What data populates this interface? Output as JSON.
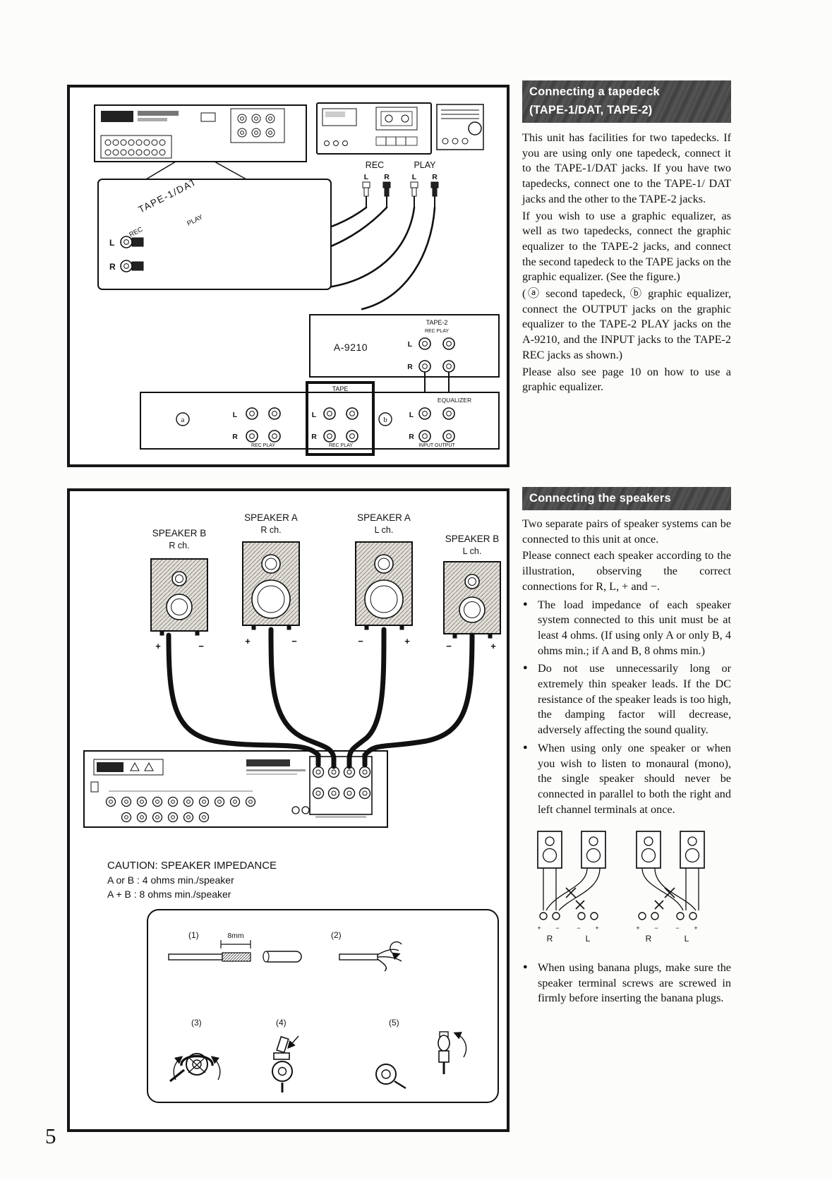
{
  "page": {
    "number": "5"
  },
  "tapedeck": {
    "title_line1": "Connecting a tapedeck",
    "title_line2": "(TAPE-1/DAT, TAPE-2)",
    "para1": "This unit has facilities for two tapedecks. If you are using only one tapedeck, connect it to the TAPE-1/DAT jacks. If you have two tapedecks, connect one to the TAPE-1/ DAT jacks and the other to the TAPE-2 jacks.",
    "para2": "If you wish to use a graphic equalizer, as well as two tapedecks, connect the graphic equalizer to the TAPE-2 jacks, and connect the second tapedeck to the TAPE jacks on the graphic equalizer. (See the figure.)",
    "para3": "(ⓐ second tapedeck, ⓑ graphic equalizer, connect the OUTPUT jacks on the graphic equalizer to the TAPE-2 PLAY jacks on the A-9210, and the INPUT jacks to the TAPE-2 REC jacks as shown.)",
    "para4": "Please also see page 10 on how to use a graphic equalizer.",
    "diagram": {
      "rec": "REC",
      "play": "PLAY",
      "l": "L",
      "r": "R",
      "tape1_dat": "TAPE-1/DAT",
      "play_small": "PLAY",
      "rec_small": "REC",
      "model": "A-9210",
      "tape2": "TAPE-2",
      "tape2_sub": "REC PLAY",
      "tag_a": "a",
      "tag_b": "b",
      "tape": "TAPE",
      "equalizer": "EQUALIZER",
      "rec_play": "REC PLAY",
      "input_output": "INPUT OUTPUT"
    }
  },
  "speakers": {
    "title": "Connecting the speakers",
    "para1": "Two separate pairs of speaker systems can be connected to this unit at once.",
    "para2": "Please connect each speaker according to the illustration, observing the correct connections for R, L, + and −.",
    "bullets": [
      "The load impedance of each speaker system connected to this unit must be at least 4 ohms. (If using only A or only B, 4 ohms min.; if A and B, 8 ohms min.)",
      "Do not use unnecessarily long or extremely thin speaker leads. If the DC resistance of the speaker leads is too high, the damping factor will decrease, adversely affecting the sound quality.",
      "When using only one speaker or when you wish to listen to monaural (mono), the single speaker should never be connected in parallel to both the right and left channel terminals at once."
    ],
    "banana_bullet": "When using banana plugs, make sure the speaker terminal screws are screwed in firmly before inserting the banana plugs.",
    "mini": {
      "r": "R",
      "l": "L",
      "plus": "+",
      "minus": "−"
    },
    "diagram": {
      "speaker_a": "SPEAKER A",
      "speaker_b": "SPEAKER B",
      "r_ch": "R ch.",
      "l_ch": "L ch.",
      "plus": "+",
      "minus": "−",
      "caution1": "CAUTION: SPEAKER IMPEDANCE",
      "caution2": "A or B : 4 ohms min./speaker",
      "caution3": "A + B : 8 ohms min./speaker",
      "step1": "(1)",
      "step2": "(2)",
      "step3": "(3)",
      "step4": "(4)",
      "step5": "(5)",
      "dim": "8mm"
    }
  }
}
